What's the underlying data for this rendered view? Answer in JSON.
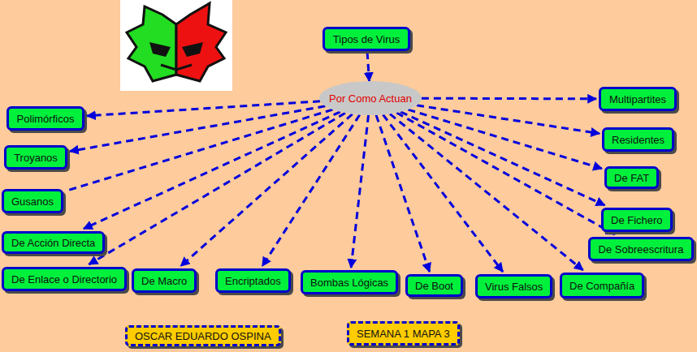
{
  "diagram": {
    "nodes": [
      {
        "text": [
          "Tipos de Virus"
        ]
      },
      {
        "text": [
          "Por Como Actuan"
        ]
      },
      {
        "text": [
          "Polimórficos"
        ]
      },
      {
        "text": [
          "Troyanos"
        ]
      },
      {
        "text": [
          "Gusanos"
        ]
      },
      {
        "text": [
          "De Acción Directa"
        ]
      },
      {
        "text": [
          "De Enlace o Directorio"
        ]
      },
      {
        "text": [
          "De Macro"
        ]
      },
      {
        "text": [
          "Encriptados"
        ]
      },
      {
        "text": [
          "Bombas Lógicas"
        ]
      },
      {
        "text": [
          "De Boot"
        ]
      },
      {
        "text": [
          "Virus Falsos"
        ]
      },
      {
        "text": [
          "De Compañía"
        ]
      },
      {
        "text": [
          "Multipartites"
        ]
      },
      {
        "text": [
          "Residentes"
        ]
      },
      {
        "text": [
          "De FAT"
        ]
      },
      {
        "text": [
          "De Fichero"
        ]
      },
      {
        "text": [
          "De Sobreescritura"
        ]
      },
      {
        "text": [
          "OSCAR EDUARDO OSPINA"
        ]
      },
      {
        "text": [
          "SEMANA 1 MAPA 3"
        ]
      }
    ],
    "edges": [
      {
        "from": 0,
        "to": 1,
        "arrow": "to"
      },
      {
        "from": 1,
        "to": 2,
        "arrow": "to"
      },
      {
        "from": 1,
        "to": 3,
        "arrow": "to"
      },
      {
        "from": 1,
        "to": 4,
        "arrow": "none"
      },
      {
        "from": 1,
        "to": 5,
        "arrow": "to"
      },
      {
        "from": 1,
        "to": 6,
        "arrow": "to"
      },
      {
        "from": 1,
        "to": 7,
        "arrow": "to"
      },
      {
        "from": 1,
        "to": 8,
        "arrow": "to"
      },
      {
        "from": 1,
        "to": 9,
        "arrow": "to"
      },
      {
        "from": 1,
        "to": 10,
        "arrow": "to"
      },
      {
        "from": 1,
        "to": 11,
        "arrow": "to"
      },
      {
        "from": 1,
        "to": 12,
        "arrow": "to"
      },
      {
        "from": 1,
        "to": 13,
        "arrow": "to"
      },
      {
        "from": 1,
        "to": 14,
        "arrow": "to"
      },
      {
        "from": 1,
        "to": 15,
        "arrow": "to"
      },
      {
        "from": 1,
        "to": 16,
        "arrow": "to"
      },
      {
        "from": 1,
        "to": 17,
        "arrow": "to"
      }
    ]
  }
}
